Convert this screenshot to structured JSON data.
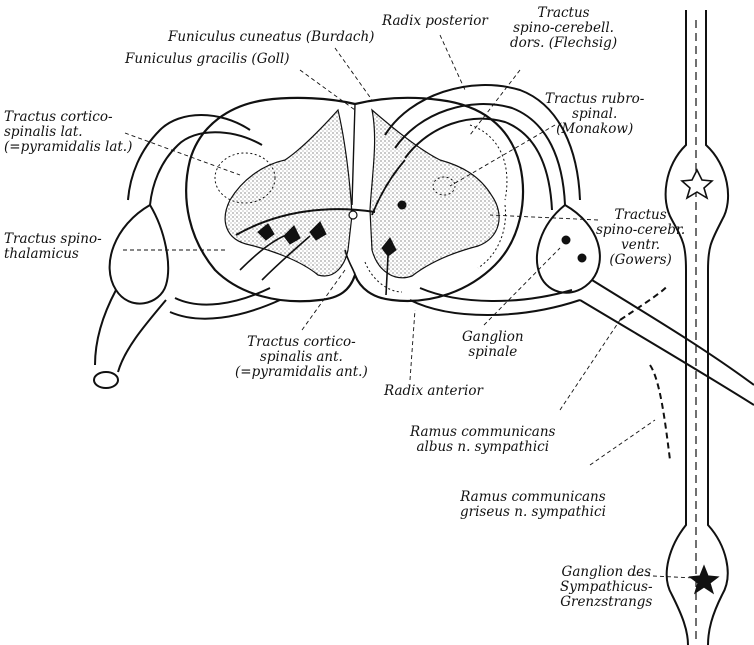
{
  "colors": {
    "ink": "#111111",
    "paper": "#ffffff",
    "stipple": "#c8c8c8"
  },
  "labels": {
    "funiculus_cuneatus": "Funiculus cuneatus (Burdach)",
    "funiculus_gracilis": "Funiculus gracilis (Goll)",
    "radix_posterior": "Radix posterior",
    "tractus_spinocerebellaris_dors": "Tractus\nspino-cerebell.\ndors. (Flechsig)",
    "tractus_corticospinalis_lat": "Tractus cortico-\nspinalis lat.\n(=pyramidalis lat.)",
    "tractus_rubrospinalis": "Tractus rubro-\nspinal.\n(Monakow)",
    "tractus_spinothalamicus": "Tractus spino-\nthalamicus",
    "tractus_spinocerebellaris_ventr": "Tractus\nspino-cerebr.\nventr.\n(Gowers)",
    "tractus_corticospinalis_ant": "Tractus cortico-\nspinalis ant.\n(=pyramidalis ant.)",
    "ganglion_spinale": "Ganglion\nspinale",
    "radix_anterior": "Radix anterior",
    "ramus_communicans_albus": "Ramus communicans\nalbus n. sympathici",
    "ramus_communicans_griseus": "Ramus communicans\ngriseus n. sympathici",
    "ganglion_sympathicus": "Ganglion des\nSympathicus-\nGrenzstrangs"
  }
}
